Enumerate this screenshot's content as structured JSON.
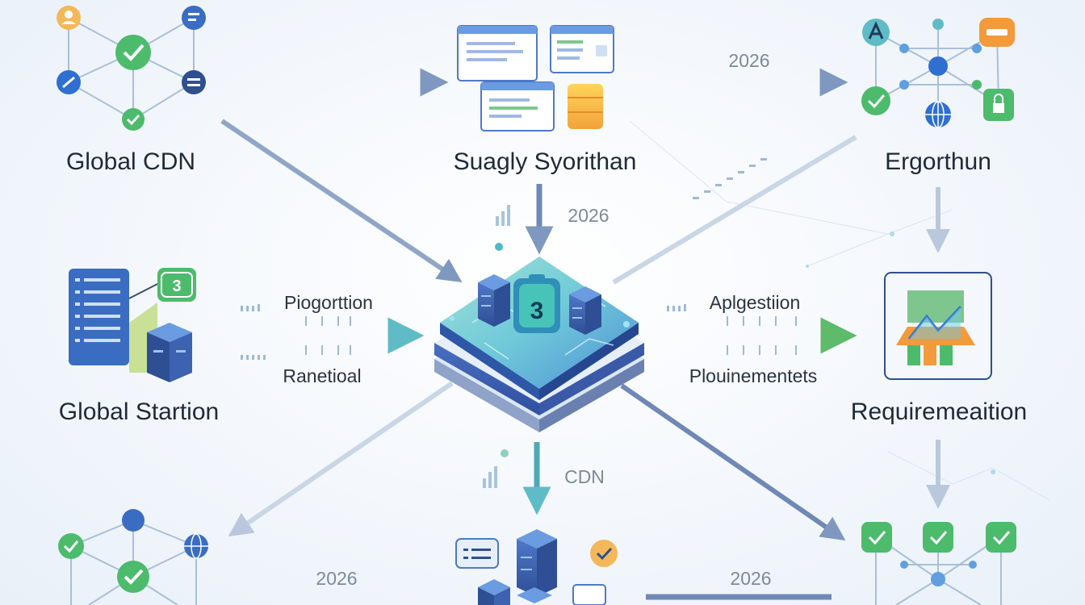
{
  "nodes": {
    "top_left": "Global CDN",
    "top_center": "Suagly Syorithan",
    "top_right": "Ergorthun",
    "mid_left": "Global Startion",
    "mid_right": "Requiremeaition"
  },
  "connectors": {
    "top_right_arrow_label": "2026",
    "center_down_arrow_label": "2026",
    "left_arrow_top_label": "Piogorttion",
    "left_arrow_bottom_label": "Ranetioal",
    "right_arrow_top_label": "Aplgestiion",
    "right_arrow_bottom_label": "Plouinementets",
    "bottom_down_arrow_label": "CDN",
    "bottom_left_arrow_label": "2026",
    "bottom_right_arrow_label": "2026"
  },
  "core": {
    "badge": "3"
  },
  "mid_left_badge": "3",
  "colors": {
    "green": "#4cbb6c",
    "blue": "#2f6fd1",
    "teal": "#4fb8c8",
    "arrow_gray_blue": "#8fa6c6",
    "text": "#1f2a38"
  }
}
